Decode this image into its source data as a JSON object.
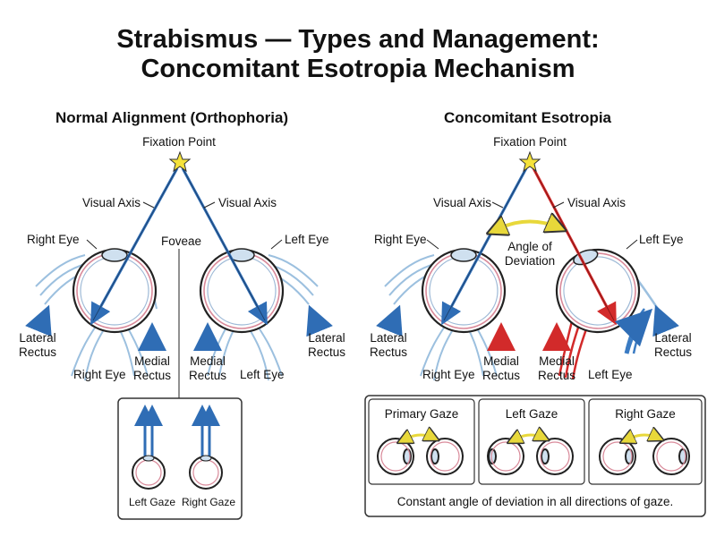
{
  "title": {
    "line1": "Strabismus — Types and Management:",
    "line2": "Concomitant Esotropia Mechanism"
  },
  "normal": {
    "heading": "Normal Alignment (Orthophoria)",
    "fixation": "Fixation Point",
    "visual_axis_left": "Visual Axis",
    "visual_axis_right": "Visual Axis",
    "foveae": "Foveae",
    "right_eye_top": "Right Eye",
    "left_eye_top": "Left Eye",
    "lateral_rectus_left": "Lateral\nRectus",
    "lateral_rectus_right": "Lateral\nRectus",
    "medial_rectus_left": "Medial\nRectus",
    "medial_rectus_right": "Medial\nRectus",
    "right_eye_bottom": "Right Eye",
    "left_eye_bottom": "Left Eye",
    "inset": {
      "left_gaze": "Left Gaze",
      "right_gaze": "Right Gaze"
    }
  },
  "esotropia": {
    "heading": "Concomitant Esotropia",
    "fixation": "Fixation Point",
    "visual_axis_left": "Visual Axis",
    "visual_axis_right": "Visual Axis",
    "angle": "Angle of\nDeviation",
    "right_eye_top": "Right Eye",
    "left_eye_top": "Left Eye",
    "lateral_rectus_left": "Lateral\nRectus",
    "lateral_rectus_right": "Lateral\nRectus",
    "medial_rectus_left": "Medial\nRectus",
    "medial_rectus_right": "Medial\nRectus",
    "right_eye_bottom": "Right Eye",
    "left_eye_bottom": "Left Eye",
    "gaze_panels": [
      "Primary Gaze",
      "Left Gaze",
      "Right Gaze"
    ],
    "caption": "Constant angle of deviation in all directions of gaze."
  },
  "colors": {
    "axis_blue": "#2f6db5",
    "deviation_red": "#d22a2a",
    "muscle_blue": "#9cc0df",
    "star_yellow": "#f5e23a",
    "arrow_yellow": "#e8d83a"
  }
}
